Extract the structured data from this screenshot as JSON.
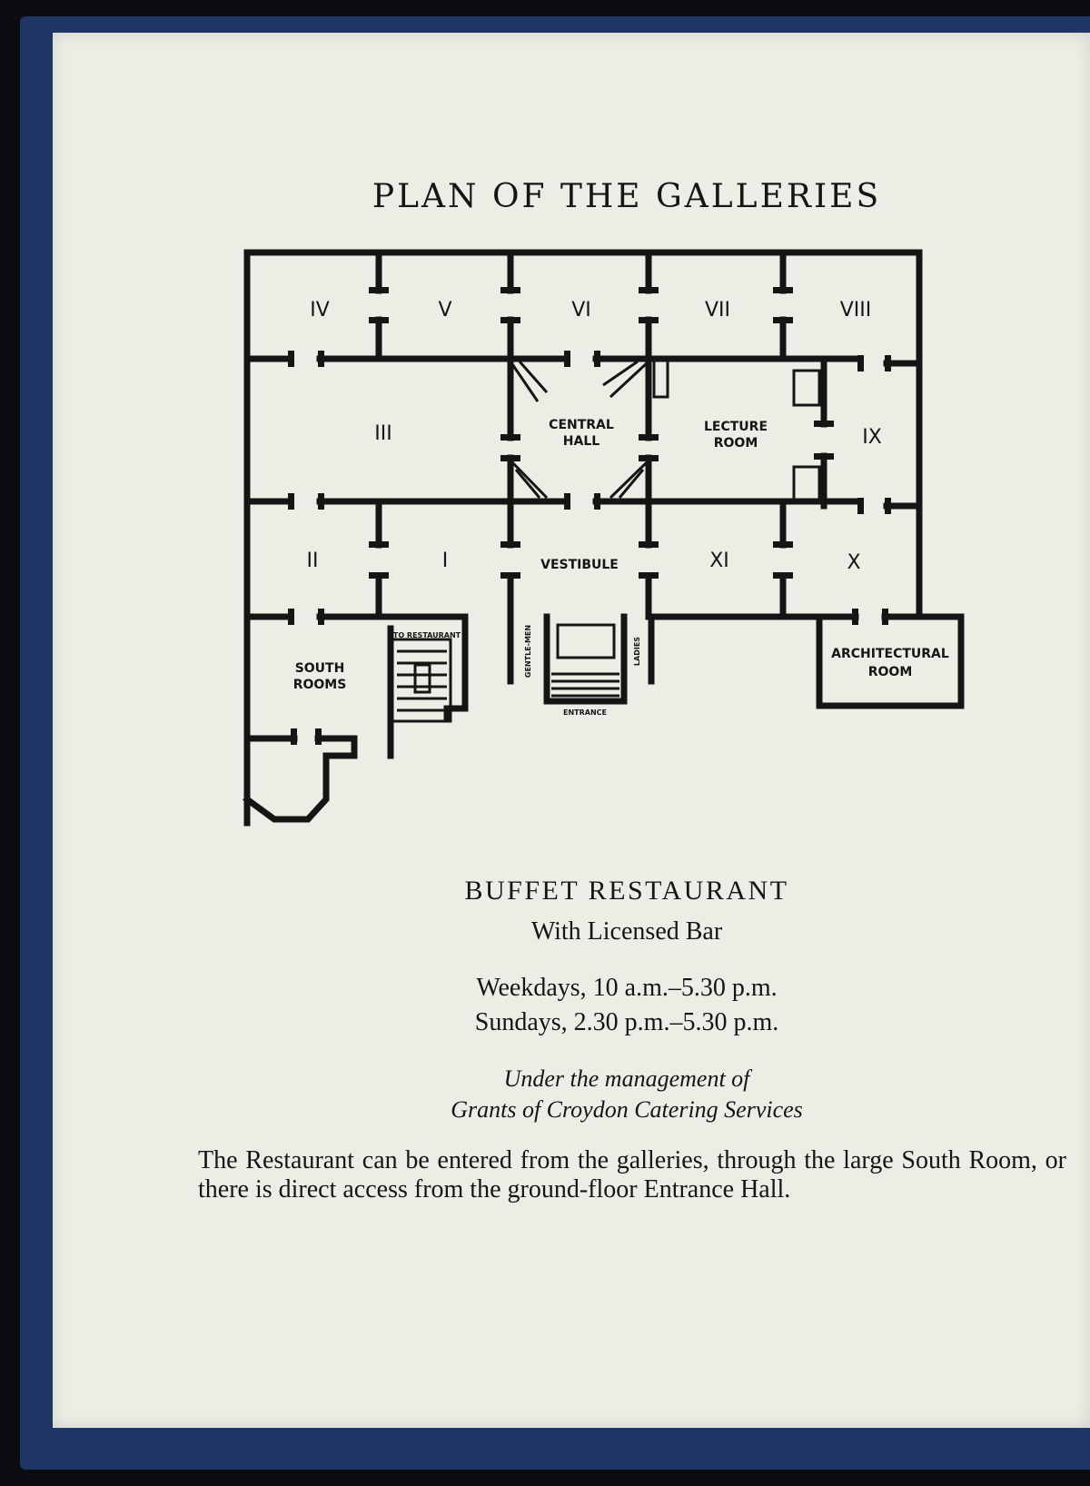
{
  "title": "PLAN OF THE GALLERIES",
  "plan": {
    "rooms": {
      "iv": "IV",
      "v": "V",
      "vi": "VI",
      "vii": "VII",
      "viii": "VIII",
      "iii": "III",
      "ix": "IX",
      "ii": "II",
      "i": "I",
      "xi": "XI",
      "x": "X",
      "central_hall_1": "CENTRAL",
      "central_hall_2": "HALL",
      "lecture_room_1": "LECTURE",
      "lecture_room_2": "ROOM",
      "vestibule": "VESTIBULE",
      "architectural_room_1": "ARCHITECTURAL",
      "architectural_room_2": "ROOM",
      "south_rooms_1": "SOUTH",
      "south_rooms_2": "ROOMS",
      "to_restaurant": "TO RESTAURANT",
      "gentlemen": "GENTLE-MEN",
      "ladies": "LADIES",
      "entrance": "ENTRANCE"
    }
  },
  "restaurant": {
    "heading": "BUFFET RESTAURANT",
    "subheading": "With Licensed Bar",
    "weekdays": "Weekdays, 10 a.m.–5.30 p.m.",
    "sundays": "Sundays, 2.30 p.m.–5.30 p.m.",
    "management_line1": "Under the management of",
    "management_line2": "Grants of Croydon Catering Services",
    "access_note": "The Restaurant can be entered from the galleries, through the large South Room, or there is direct access from the ground-floor Entrance Hall."
  }
}
